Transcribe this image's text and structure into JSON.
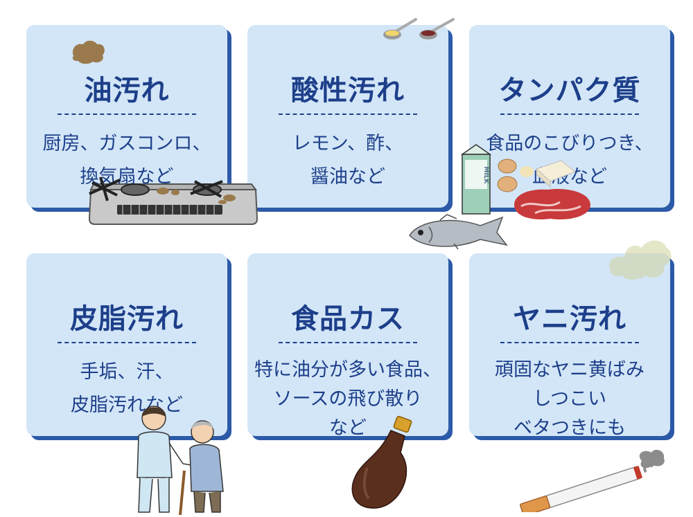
{
  "cards": [
    {
      "title": "油汚れ",
      "lines": [
        "厨房、ガスコンロ、",
        "換気扇など"
      ]
    },
    {
      "title": "酸性汚れ",
      "lines": [
        "レモン、酢、",
        "醤油など"
      ]
    },
    {
      "title": "タンパク質",
      "lines": [
        "食品のこびりつき、",
        "血液など"
      ]
    },
    {
      "title": "皮脂汚れ",
      "lines": [
        "手垢、汗、",
        "皮脂汚れなど"
      ]
    },
    {
      "title": "食品カス",
      "lines": [
        "特に油分が多い食品、",
        "ソースの飛び散り",
        "など"
      ]
    },
    {
      "title": "ヤニ汚れ",
      "lines": [
        "頑固なヤニ黄ばみ",
        "しつこい",
        "ベタつきにも"
      ]
    }
  ],
  "milk_label": "MILK",
  "colors": {
    "card_bg": "#d3e6f7",
    "card_shadow": "#2c5aa8",
    "text": "#1d3f8a"
  }
}
